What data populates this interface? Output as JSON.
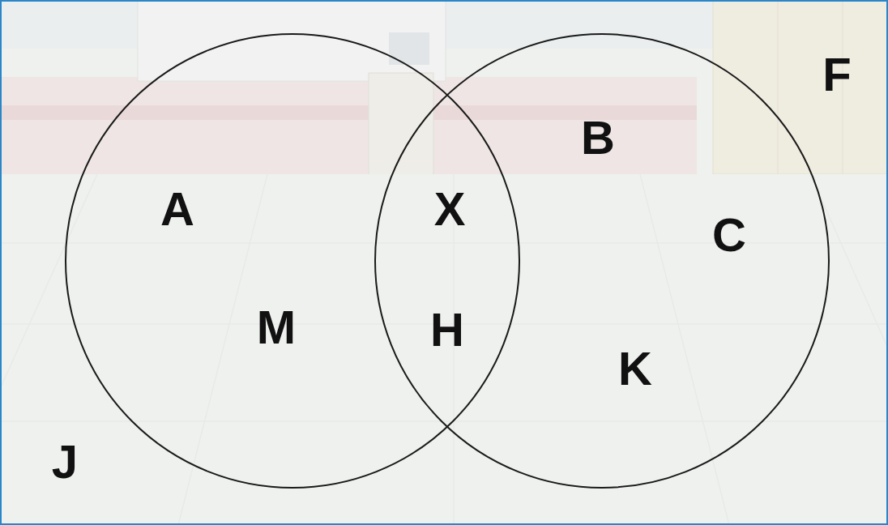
{
  "diagram": {
    "nodes": [
      {
        "text": [
          "A",
          "M"
        ]
      },
      {
        "text": [
          "B",
          "C",
          "K"
        ]
      }
    ],
    "labels": [
      "X",
      "H",
      "F",
      "J"
    ]
  }
}
